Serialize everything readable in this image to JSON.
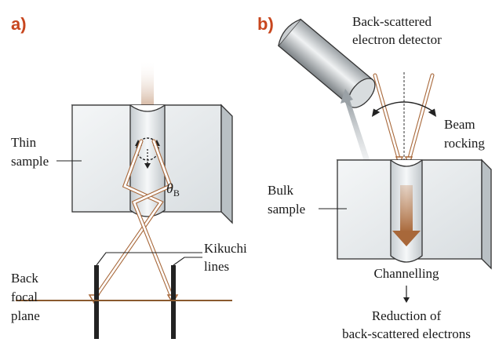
{
  "panel_a": {
    "tag": "a)",
    "thin_sample": [
      "Thin",
      "sample"
    ],
    "theta_symbol": "θ",
    "theta_sub": "B",
    "kikuchi": [
      "Kikuchi",
      "lines"
    ],
    "back_focal": [
      "Back",
      "focal",
      "plane"
    ]
  },
  "panel_b": {
    "tag": "b)",
    "detector": [
      "Back-scattered",
      "electron detector"
    ],
    "beam_rocking": [
      "Beam",
      "rocking"
    ],
    "bulk_sample": [
      "Bulk",
      "sample"
    ],
    "channelling": "Channelling",
    "reduction": [
      "Reduction of",
      "back-scattered electrons"
    ]
  },
  "colors": {
    "accent": "#c8461e",
    "beam": "#a8683a",
    "block_face": "#e8ecee",
    "block_edge": "#333333"
  }
}
